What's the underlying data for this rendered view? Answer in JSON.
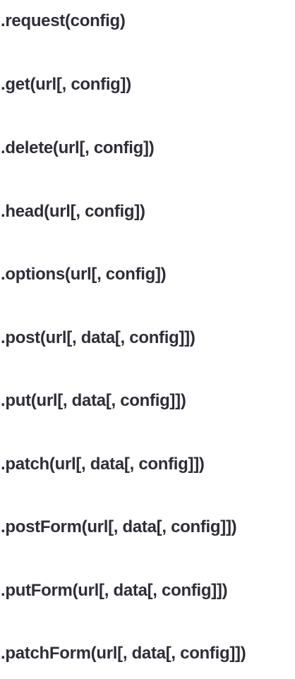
{
  "methods": [
    ".request(config)",
    ".get(url[, config])",
    ".delete(url[, config])",
    ".head(url[, config])",
    ".options(url[, config])",
    ".post(url[, data[, config]])",
    ".put(url[, data[, config]])",
    ".patch(url[, data[, config]])",
    ".postForm(url[, data[, config]])",
    ".putForm(url[, data[, config]])",
    ".patchForm(url[, data[, config]])"
  ]
}
